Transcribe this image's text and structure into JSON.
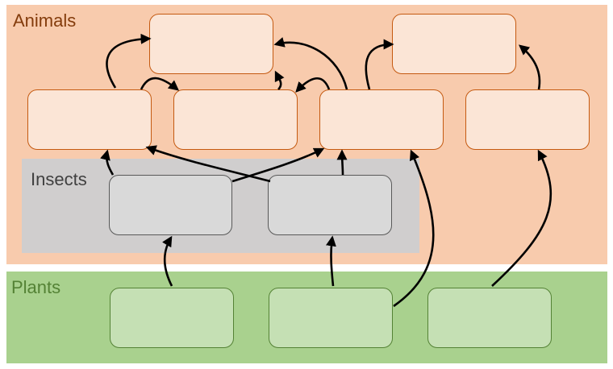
{
  "regions": {
    "animals": {
      "label": "Animals",
      "fill": "#f8cbad",
      "text_color": "#843c0c"
    },
    "insects": {
      "label": "Insects",
      "fill": "#d0cece",
      "text_color": "#404040"
    },
    "plants": {
      "label": "Plants",
      "fill": "#a9d18e",
      "text_color": "#548235"
    }
  },
  "colors": {
    "animal_box_fill": "#fbe5d6",
    "insect_box_fill": "#d9d9d9",
    "plant_box_fill": "#c5e0b4",
    "arrow": "#000000"
  }
}
